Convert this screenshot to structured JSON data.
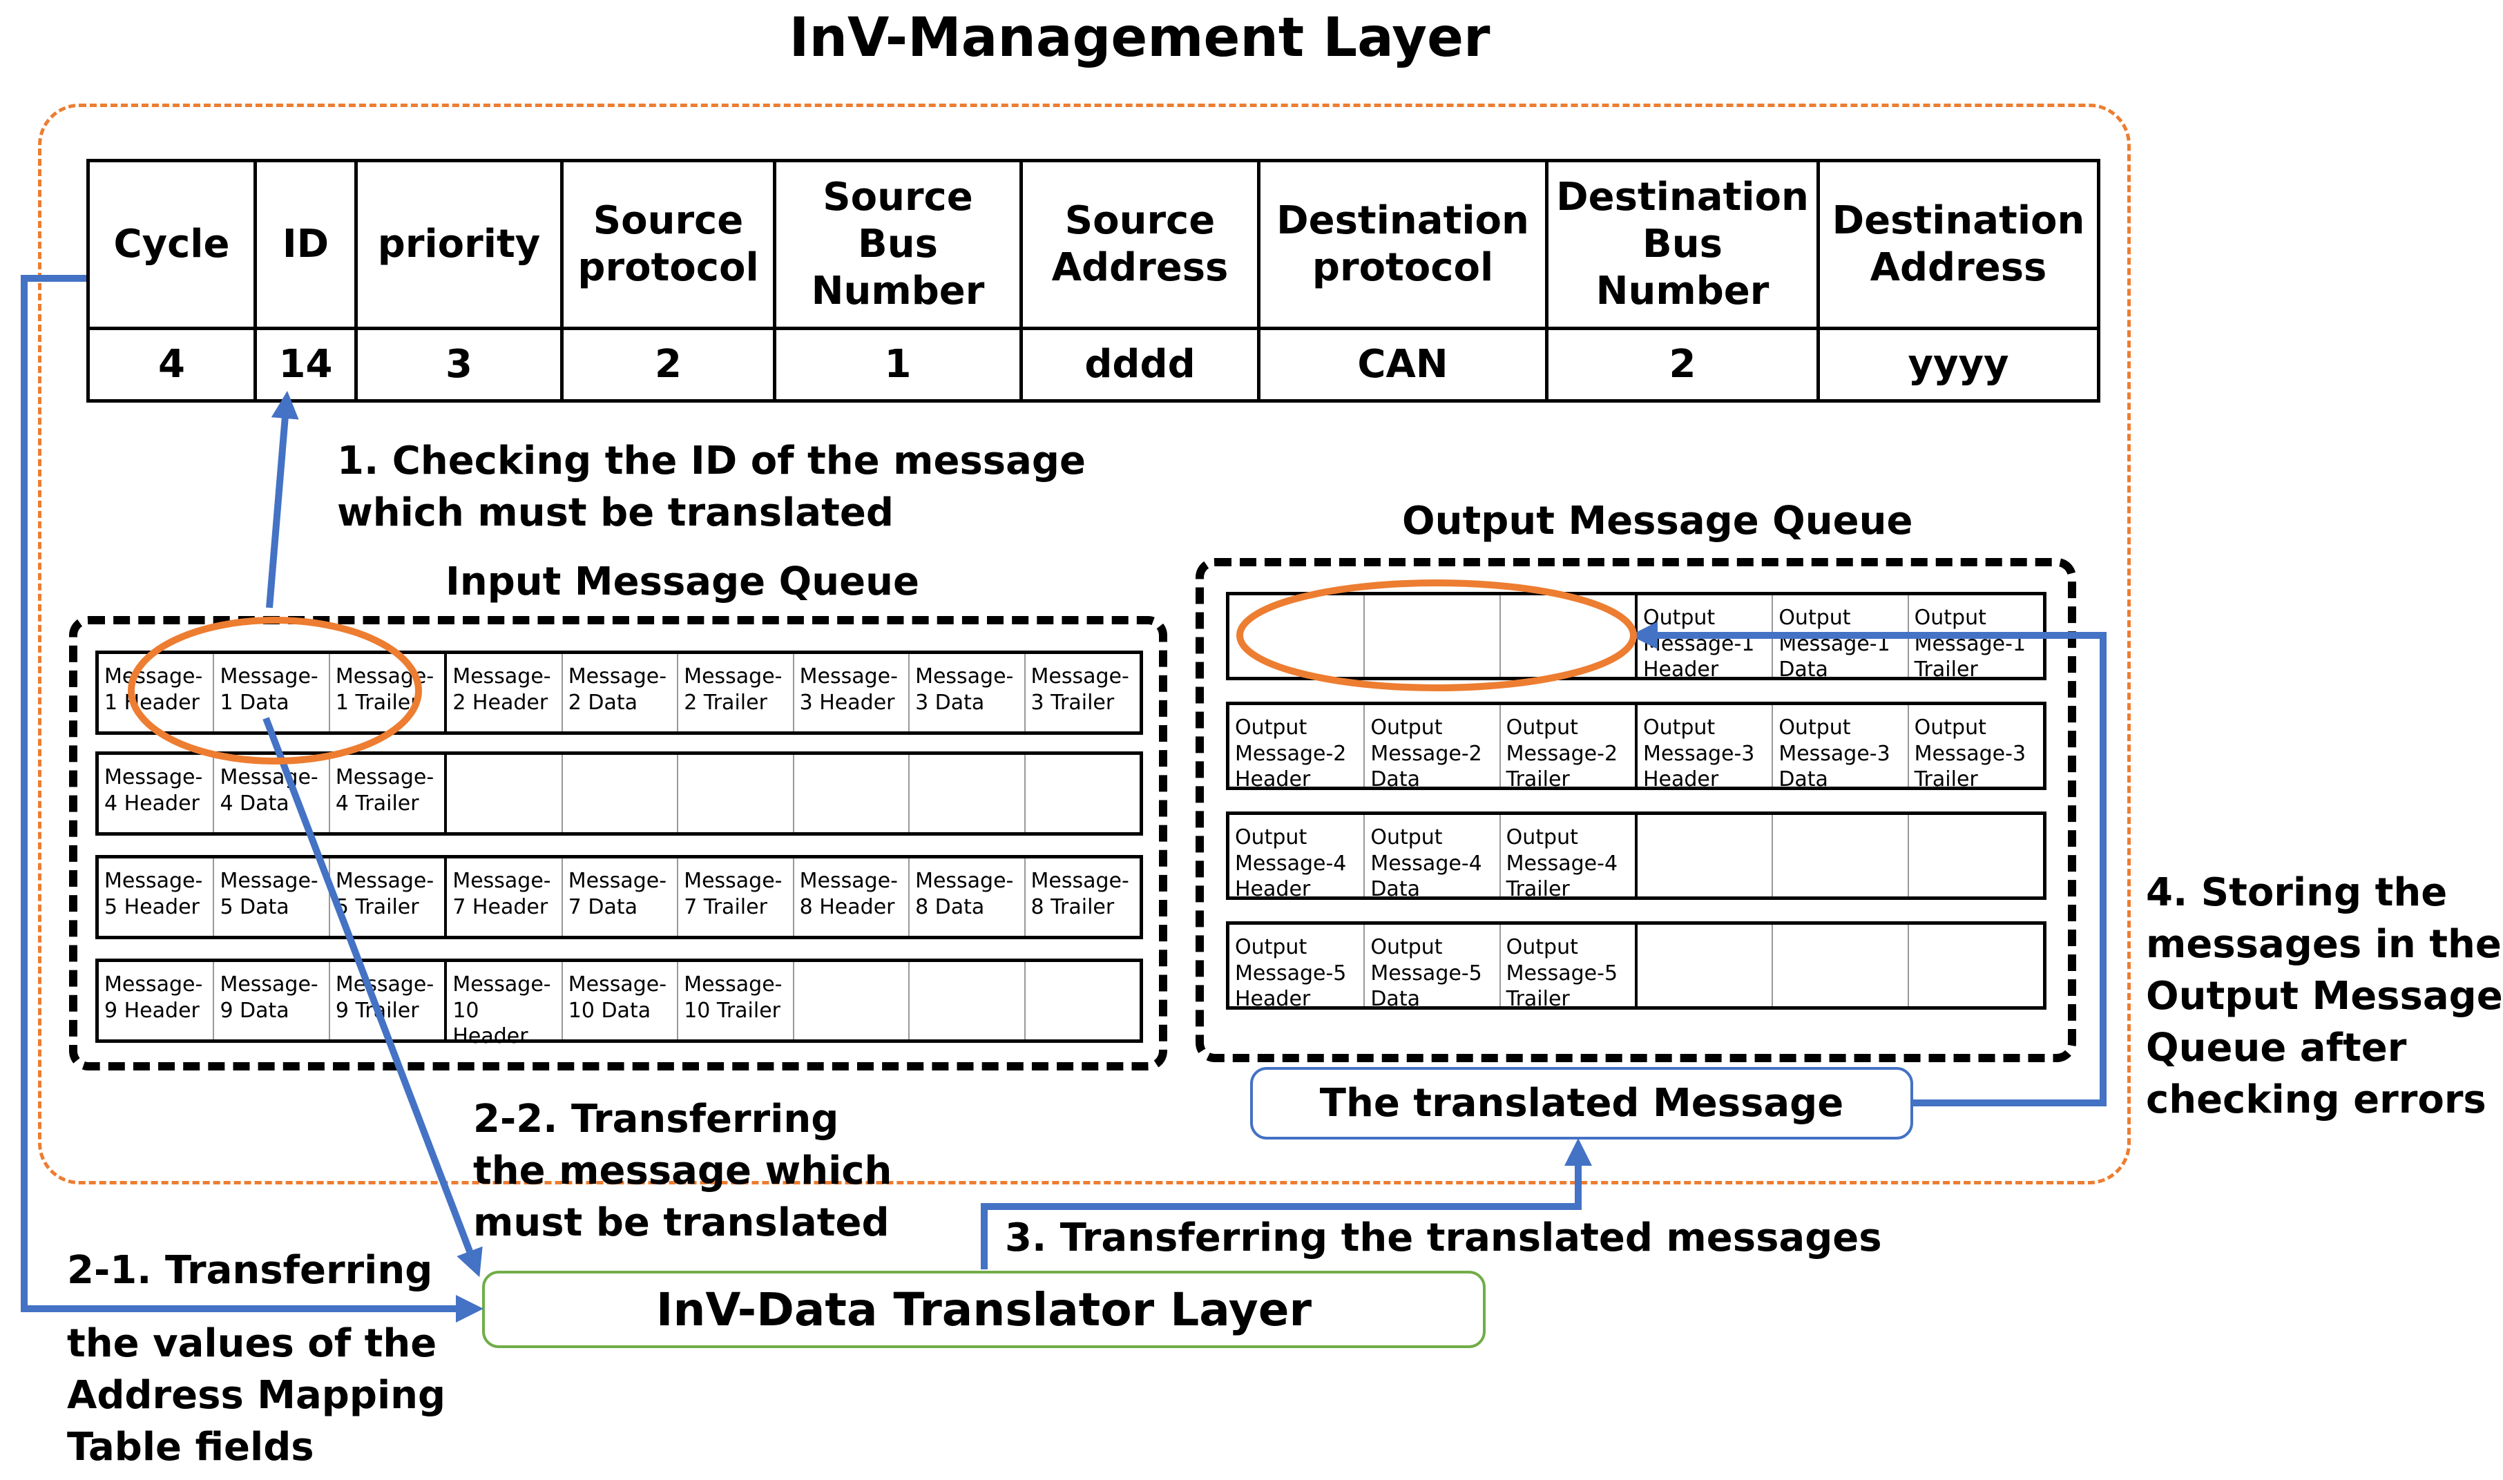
{
  "title": "InV-Management Layer",
  "mapping_table": {
    "headers": [
      "Cycle",
      "ID",
      "priority",
      "Source\nprotocol",
      "Source\nBus\nNumber",
      "Source\nAddress",
      "Destination\nprotocol",
      "Destination\nBus\nNumber",
      "Destination\nAddress"
    ],
    "values": [
      "4",
      "14",
      "3",
      "2",
      "1",
      "dddd",
      "CAN",
      "2",
      "yyyy"
    ]
  },
  "steps": {
    "step1": "1. Checking the ID of the message\nwhich must be translated",
    "step2_1_a": "2-1. Transferring",
    "step2_1_b": "the values of the\nAddress Mapping\nTable fields",
    "step2_2": "2-2. Transferring\nthe message which\nmust be translated",
    "step3": "3. Transferring the translated messages",
    "step4": "4. Storing the\nmessages in the\nOutput Message\nQueue after\nchecking errors"
  },
  "input_queue": {
    "label": "Input Message Queue",
    "rows": [
      [
        "Message-\n1 Header",
        "Message-\n1 Data",
        "Message-\n1 Trailer",
        "Message-\n2 Header",
        "Message-\n2 Data",
        "Message-\n2 Trailer",
        "Message-\n3 Header",
        "Message-\n3 Data",
        "Message-\n3 Trailer"
      ],
      [
        "Message-\n4 Header",
        "Message-\n4 Data",
        "Message-\n4 Trailer",
        "",
        "",
        "",
        "",
        "",
        ""
      ],
      [
        "Message-\n5 Header",
        "Message-\n5 Data",
        "Message-\n5 Trailer",
        "Message-\n7 Header",
        "Message-\n7 Data",
        "Message-\n7 Trailer",
        "Message-\n8 Header",
        "Message-\n8 Data",
        "Message-\n8 Trailer"
      ],
      [
        "Message-\n9 Header",
        "Message-\n9 Data",
        "Message-\n9 Trailer",
        "Message-\n10\nHeader",
        "Message-\n10 Data",
        "Message-\n10 Trailer",
        "",
        "",
        ""
      ]
    ]
  },
  "output_queue": {
    "label": "Output Message Queue",
    "rows": [
      [
        "",
        "",
        "",
        "Output\nMessage-1\nHeader",
        "Output\nMessage-1\nData",
        "Output\nMessage-1\nTrailer"
      ],
      [
        "Output\nMessage-2\nHeader",
        "Output\nMessage-2\nData",
        "Output\nMessage-2\nTrailer",
        "Output\nMessage-3\nHeader",
        "Output\nMessage-3\nData",
        "Output\nMessage-3\nTrailer"
      ],
      [
        "Output\nMessage-4\nHeader",
        "Output\nMessage-4\nData",
        "Output\nMessage-4\nTrailer",
        "",
        "",
        ""
      ],
      [
        "Output\nMessage-5\nHeader",
        "Output\nMessage-5\nData",
        "Output\nMessage-5\nTrailer",
        "",
        "",
        ""
      ]
    ]
  },
  "translated_message_label": "The translated Message",
  "translator_layer_label": "InV-Data Translator Layer",
  "colors": {
    "management_border": "#ed7d31",
    "arrow": "#4472c4",
    "translator_border": "#70ad47",
    "highlight_ellipse": "#ed7d31"
  }
}
